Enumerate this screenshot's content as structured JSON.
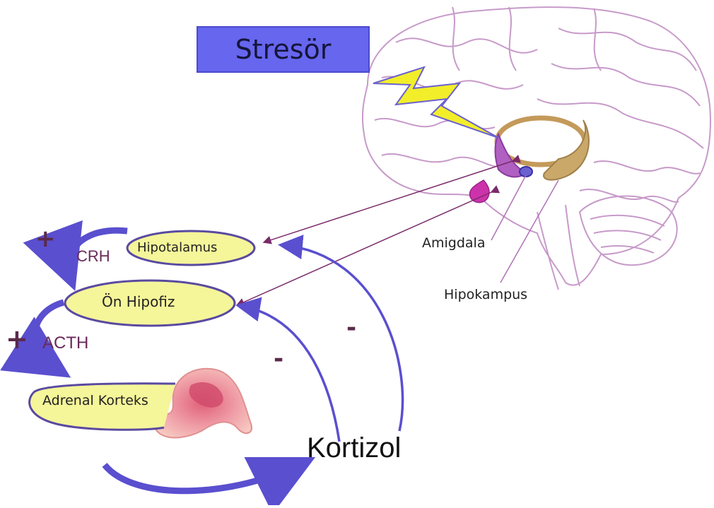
{
  "stressor": {
    "label": "Stresör"
  },
  "brain_labels": {
    "amygdala": "Amigdala",
    "hippocampus": "Hipokampus"
  },
  "nodes": {
    "hypothalamus": "Hipotalamus",
    "anterior_pituitary": "Ön Hipofiz",
    "adrenal_cortex": "Adrenal Korteks",
    "cortisol": "Kortizol"
  },
  "hormones": {
    "crh": "CRH",
    "acth": "ACTH"
  },
  "signs": {
    "plus_1": "+",
    "plus_2": "+",
    "minus_1": "-",
    "minus_2": "-"
  },
  "colors": {
    "stressor_box": "#6666ee",
    "node_fill": "#f5f59a",
    "node_border": "#5a4aa0",
    "arrow": "#5a4fcf",
    "hormone_text": "#6a2a5a",
    "brain_outline": "#c79ac9",
    "lightning": "#f2ee2a",
    "hippocampus": "#c9a86a",
    "pituitary": "#cc33aa"
  }
}
